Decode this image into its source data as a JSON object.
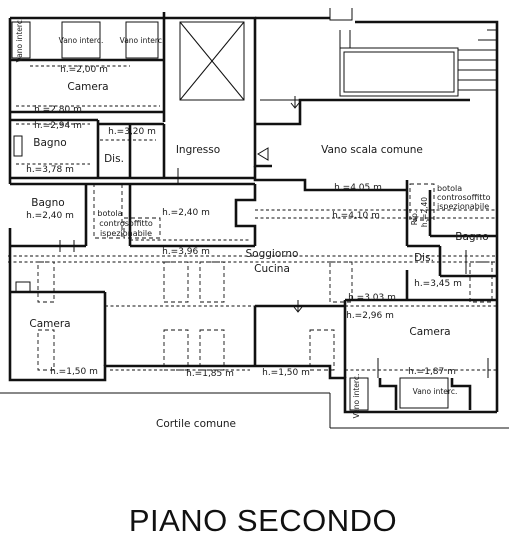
{
  "plan": {
    "title": "PIANO SECONDO",
    "rooms": {
      "vano_interc_1": "Vano interc.",
      "vano_interc_2": "Vano interc.",
      "vano_interc_3": "Vano interc.",
      "camera_top": "Camera",
      "bagno_top": "Bagno",
      "dis_top": "Dis.",
      "ingresso": "Ingresso",
      "vano_scala": "Vano scala comune",
      "bagno_left": "Bagno",
      "botola_left_1": "botola",
      "botola_left_2": "controsoffitto",
      "botola_left_3": "ispezionabile",
      "botola_right_1": "botola",
      "botola_right_2": "controsoffitto",
      "botola_right_3": "ispezionabile",
      "rip": "Rip.",
      "bagno_right": "Bagno",
      "dis_right": "Dis.",
      "soggiorno_1": "Soggiorno",
      "soggiorno_2": "Cucina",
      "camera_left": "Camera",
      "camera_right": "Camera",
      "vano_interc_4": "Vano interc.",
      "vano_interc_5": "Vano interc.",
      "cortile": "Cortile comune"
    },
    "heights": {
      "h_200": "h.=2,00 m",
      "h_280": "h.=2,80 m",
      "h_294": "h.=2,94 m",
      "h_320": "h.=3,20 m",
      "h_378": "h.=3,78 m",
      "h_405": "h.=4,05 m",
      "h_410": "h.=4,10 m",
      "h_240_bagno": "h.=2,40 m",
      "h_240_centre": "h.=2,40 m",
      "h_240_rip": "h.=2,40",
      "h_396": "h.=3,96 m",
      "h_303": "h.=3,03 m",
      "h_345": "h.=3,45 m",
      "h_296": "h.=2,96 m",
      "h_150_left": "h.=1,50 m",
      "h_185": "h.=1,85 m",
      "h_150_mid": "h.=1,50 m",
      "h_187": "h.=1,87 m"
    }
  }
}
